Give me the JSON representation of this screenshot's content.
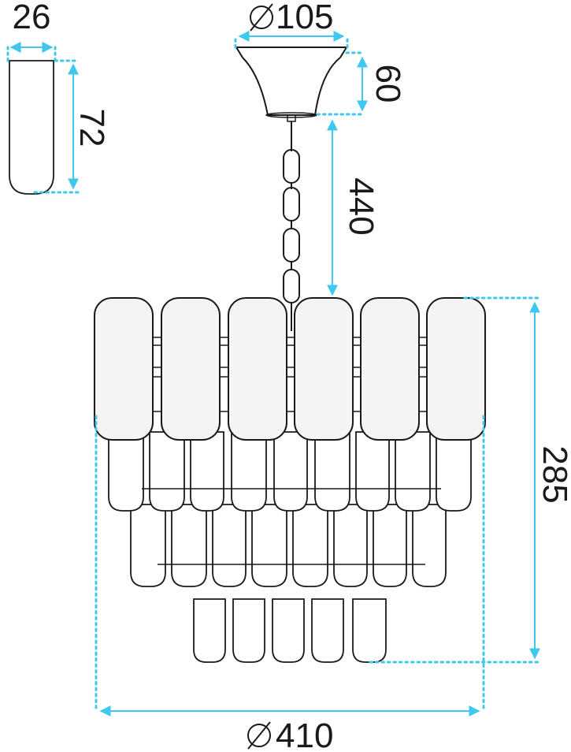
{
  "colors": {
    "outline": "#1a1a1a",
    "dimension": "#3fc8ee",
    "background": "#ffffff"
  },
  "dimensions": {
    "crystal_width": "26",
    "crystal_height": "72",
    "canopy_diameter": "105",
    "canopy_height": "60",
    "chain_length": "440",
    "body_height": "285",
    "body_diameter": "410"
  },
  "symbols": {
    "diameter": "diameter-icon"
  }
}
